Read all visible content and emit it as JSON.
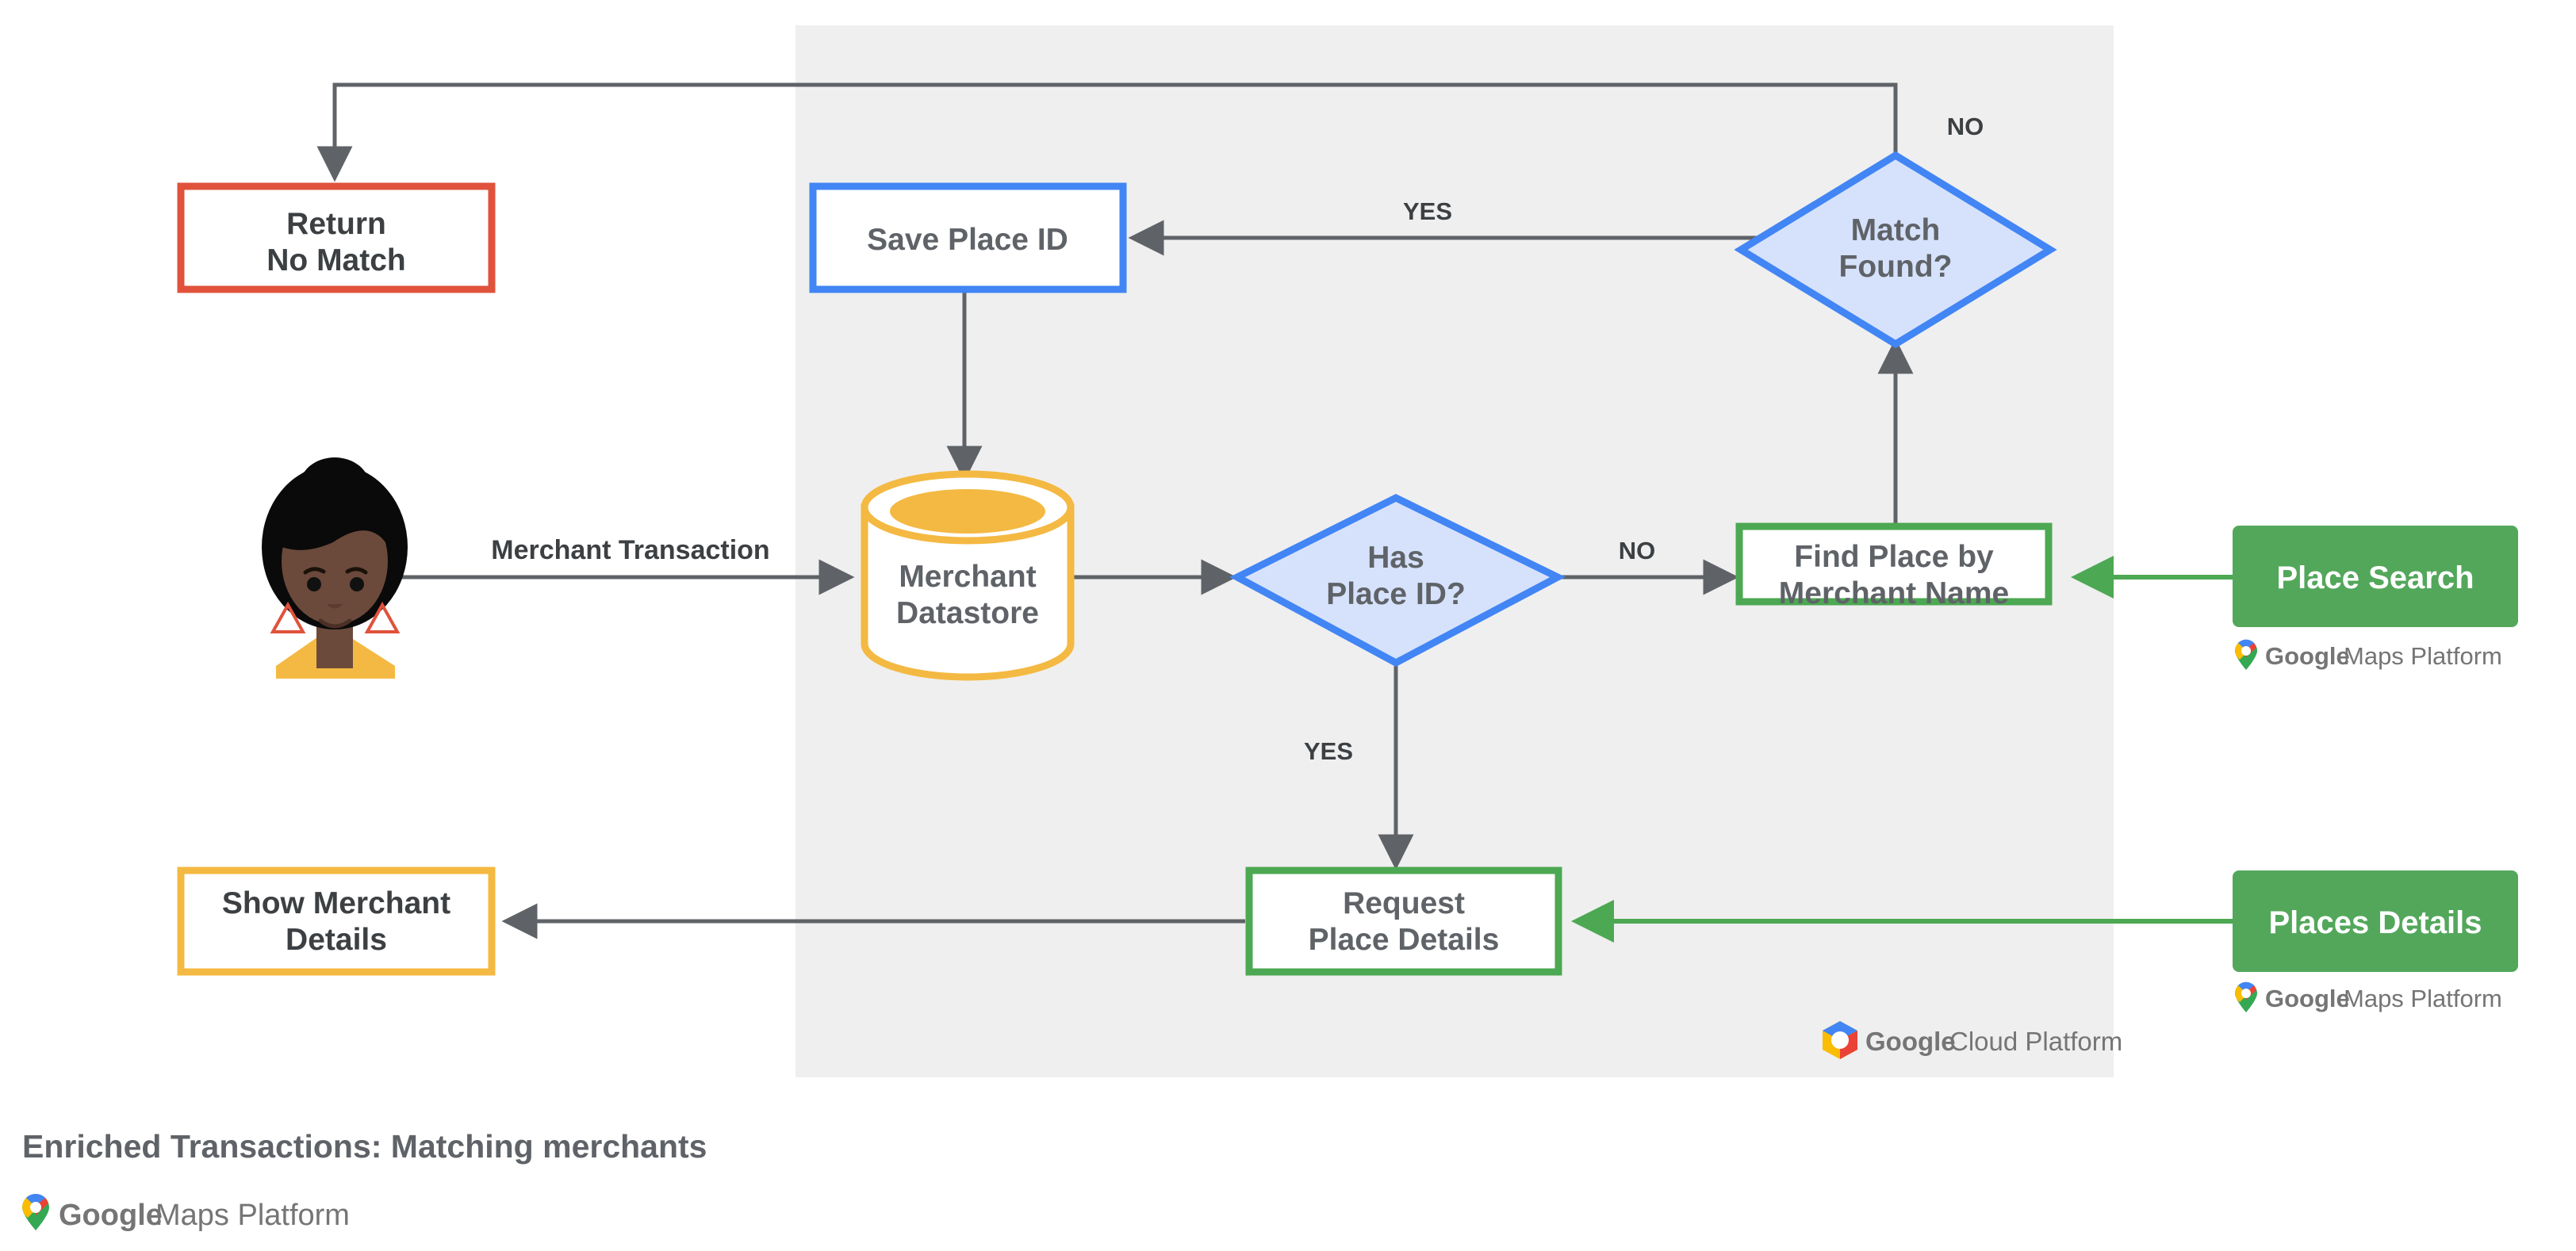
{
  "diagram": {
    "caption": "Enriched Transactions: Matching merchants",
    "panel_label": "Google Cloud Platform",
    "colors": {
      "panel_bg": "#EFEFEF",
      "page_bg": "#FFFFFF",
      "edge_gray": "#5F6368",
      "blue": "#4285F4",
      "blue_fill": "#D6E2FB",
      "green": "#4CA852",
      "green_button": "#53A75B",
      "yellow": "#F4B942",
      "red": "#E0523C",
      "text_gray": "#5F6368",
      "text_dark": "#3C4043"
    },
    "nodes": [
      {
        "id": "return-no-match",
        "label_line1": "Return",
        "label_line2": "No Match",
        "shape": "rect",
        "border": "red"
      },
      {
        "id": "save-place-id",
        "label_line1": "Save Place ID",
        "label_line2": "",
        "shape": "rect",
        "border": "blue"
      },
      {
        "id": "match-found",
        "label_line1": "Match",
        "label_line2": "Found?",
        "shape": "diamond",
        "border": "blue"
      },
      {
        "id": "merchant-datastore",
        "label_line1": "Merchant",
        "label_line2": "Datastore",
        "shape": "cylinder",
        "border": "yellow"
      },
      {
        "id": "has-place-id",
        "label_line1": "Has",
        "label_line2": "Place ID?",
        "shape": "diamond",
        "border": "blue"
      },
      {
        "id": "find-place-by-name",
        "label_line1": "Find Place by",
        "label_line2": "Merchant Name",
        "shape": "rect",
        "border": "green"
      },
      {
        "id": "show-merchant-details",
        "label_line1": "Show Merchant",
        "label_line2": "Details",
        "shape": "rect",
        "border": "yellow"
      },
      {
        "id": "request-place-details",
        "label_line1": "Request",
        "label_line2": "Place Details",
        "shape": "rect",
        "border": "green"
      }
    ],
    "edge_labels": {
      "merchant_transaction": "Merchant Transaction",
      "match_found_no": "NO",
      "match_found_yes": "YES",
      "has_place_id_no": "NO",
      "has_place_id_yes": "YES"
    },
    "buttons": [
      {
        "id": "place-search",
        "label": "Place Search"
      },
      {
        "id": "places-details",
        "label": "Places Details"
      }
    ],
    "logos": {
      "maps_platform_google": "Google",
      "maps_platform_rest": "Maps Platform",
      "cloud_platform_google": "Google",
      "cloud_platform_rest": "Cloud Platform"
    },
    "actor": {
      "id": "customer-avatar",
      "name": "customer-avatar"
    }
  }
}
